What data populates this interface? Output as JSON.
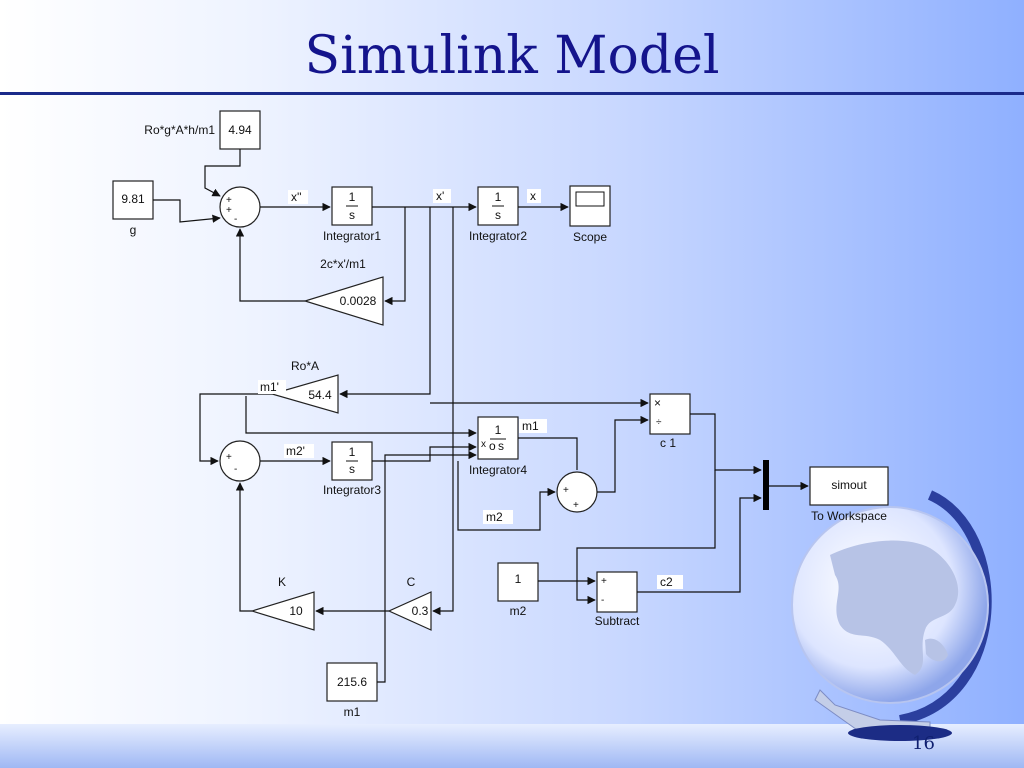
{
  "slide": {
    "title": "Simulink Model",
    "page_number": "16"
  },
  "blocks": {
    "const_494": {
      "value": "4.94",
      "label": "Ro*g*A*h/m1"
    },
    "const_981": {
      "value": "9.81",
      "label": "g"
    },
    "integrator1": {
      "num": "1",
      "den": "s",
      "label": "Integrator1"
    },
    "integrator2": {
      "num": "1",
      "den": "s",
      "label": "Integrator2"
    },
    "scope": {
      "label": "Scope"
    },
    "gain_0028": {
      "value": "0.0028",
      "label": "2c*x'/m1"
    },
    "gain_544": {
      "value": "54.4",
      "label": "Ro*A"
    },
    "integrator3": {
      "num": "1",
      "den": "s",
      "label": "Integrator3"
    },
    "integrator4": {
      "num": "1",
      "den": "s",
      "label": "Integrator4",
      "port_x": "x",
      "port_o": "o"
    },
    "product": {
      "label": "c 1"
    },
    "to_workspace": {
      "value": "simout",
      "label": "To Workspace"
    },
    "const_1": {
      "value": "1",
      "label": "m2"
    },
    "subtract": {
      "label": "Subtract"
    },
    "gain_10": {
      "value": "10",
      "label": "K"
    },
    "gain_03": {
      "value": "0.3",
      "label": "C"
    },
    "const_2156": {
      "value": "215.6",
      "label": "m1"
    }
  },
  "signals": {
    "xdd": "x''",
    "xd": "x'",
    "x": "x",
    "m1p": "m1'",
    "m2p": "m2'",
    "m1": "m1",
    "m2": "m2",
    "c2": "c2"
  },
  "signs": {
    "plus": "+",
    "minus": "-",
    "times": "×",
    "divide": "÷"
  },
  "icons": {
    "globe": "globe-icon"
  },
  "colors": {
    "title": "#14148c",
    "rule": "#1a2a8a"
  }
}
